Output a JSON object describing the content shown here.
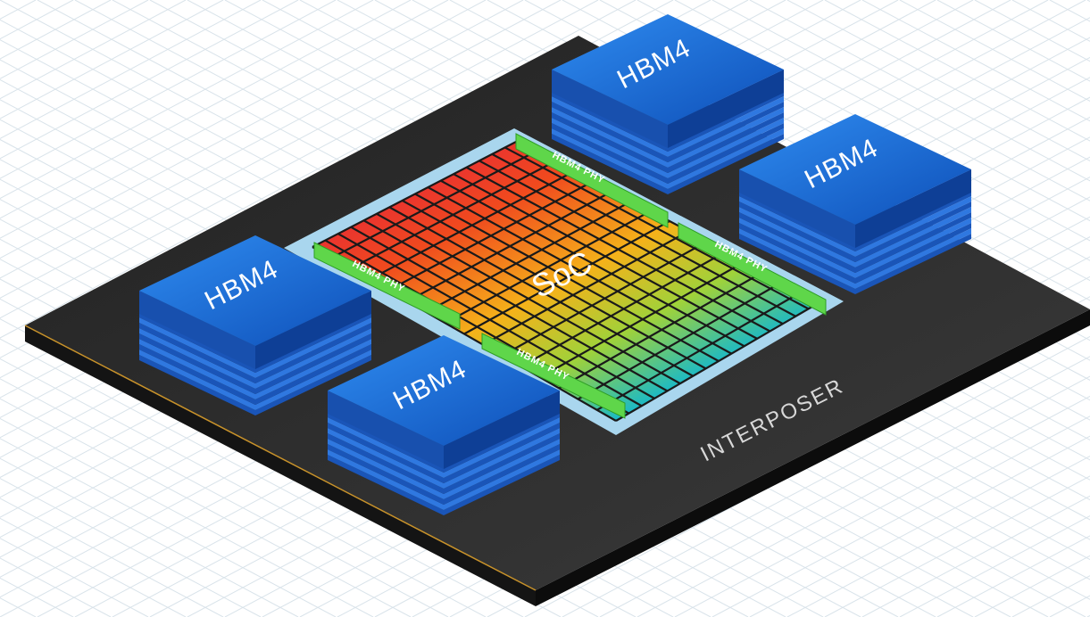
{
  "labels": {
    "interposer": "INTERPOSER",
    "soc": "SoC",
    "hbm": [
      "HBM4",
      "HBM4",
      "HBM4",
      "HBM4"
    ],
    "phy": [
      "HBM4 PHY",
      "HBM4 PHY",
      "HBM4 PHY",
      "HBM4 PHY"
    ]
  },
  "colors": {
    "interposer": "#2a2a2a",
    "interposer_edge": "#c8922a",
    "soc_border": "#a9d6ee",
    "phy": "#5fd64a",
    "hbm_top": "#1c6fd6",
    "hbm_layer": "#1a55b8",
    "grid": "#d9e3ea"
  }
}
